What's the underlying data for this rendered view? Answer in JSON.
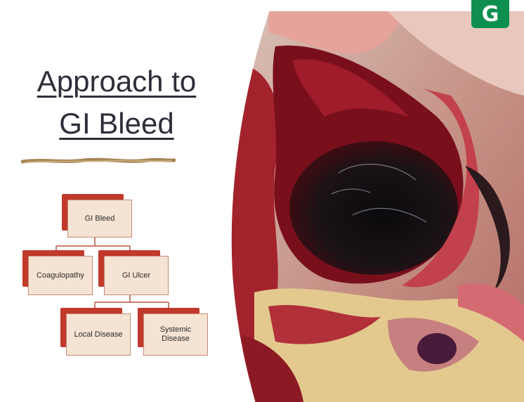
{
  "slide": {
    "title_line1": "Approach to",
    "title_line2": "GI Bleed"
  },
  "diagram": {
    "nodes": {
      "gi_bleed": "GI Bleed",
      "coagulopathy": "Coagulopathy",
      "gi_ulcer": "GI Ulcer",
      "local_disease": "Local Disease",
      "systemic_disease_line1": "Systemic",
      "systemic_disease_line2": "Disease"
    },
    "colors": {
      "node_back": "#c0392b",
      "node_front": "#f5e3d3",
      "connector": "#b5533f"
    }
  },
  "logo": {
    "letter": "G",
    "color": "#0f8f4f"
  }
}
